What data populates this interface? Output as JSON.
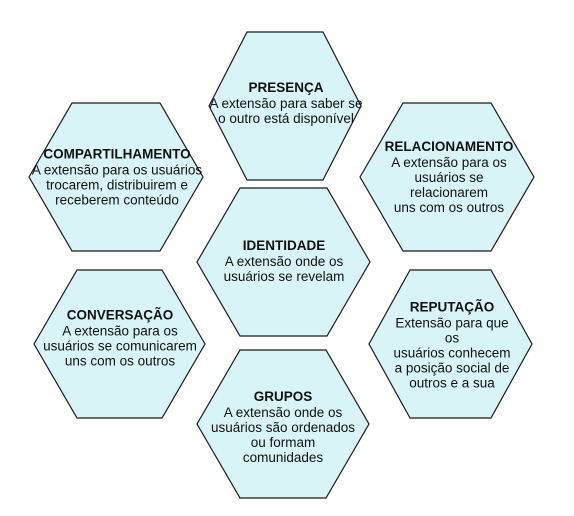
{
  "colors": {
    "fill": "#d9f4f6",
    "stroke": "#1a1a1a"
  },
  "blocks": [
    {
      "id": "presenca",
      "title": "PRESENÇA",
      "text": "A extensão para saber se\no outro está disponível"
    },
    {
      "id": "compartilhamento",
      "title": "COMPARTILHAMENTO",
      "text": "A extensão para os usuários\ntrocarem, distribuirem e\nreceberem conteúdo"
    },
    {
      "id": "relacionamento",
      "title": "RELACIONAMENTO",
      "text": "A extensão para os\nusuários se relacionarem\nuns com os outros"
    },
    {
      "id": "identidade",
      "title": "IDENTIDADE",
      "text": "A extensão onde os\nusuários se revelam"
    },
    {
      "id": "conversacao",
      "title": "CONVERSAÇÃO",
      "text": "A extensão para os\nusuários se comunicarem\nuns com os outros"
    },
    {
      "id": "reputacao",
      "title": "REPUTAÇÃO",
      "text": "Extensão para que os\nusuários conhecem\na posição social de\noutros e a sua"
    },
    {
      "id": "grupos",
      "title": "GRUPOS",
      "text": "A extensão onde os\nusuários são ordenados\nou formam\ncomunidades"
    }
  ]
}
